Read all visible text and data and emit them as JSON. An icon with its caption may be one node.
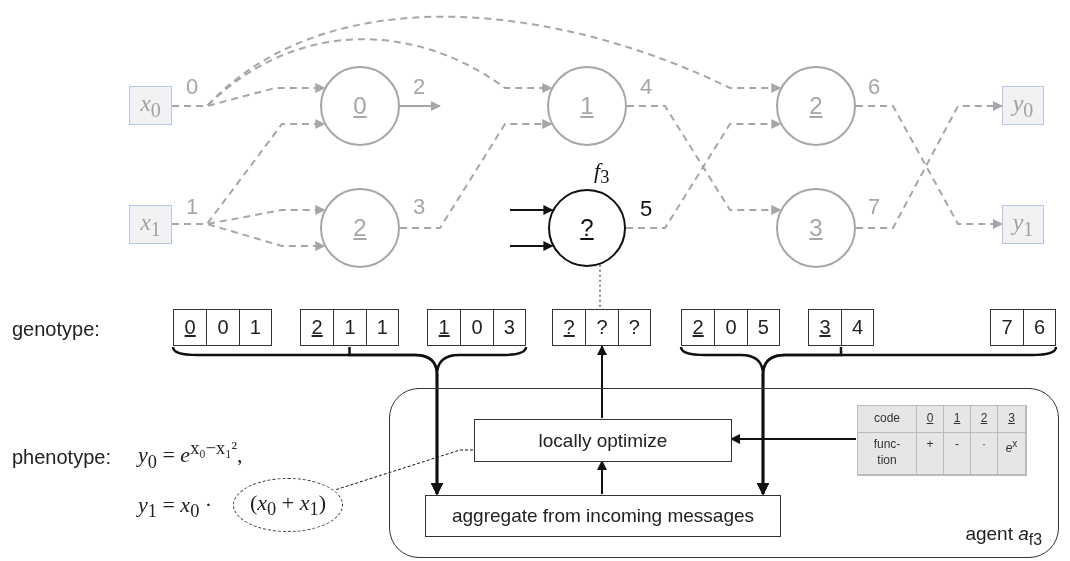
{
  "diagram": {
    "nodes": [
      {
        "text": [
          "*x*$_{0}$"
        ],
        "beside": [
          "0"
        ]
      },
      {
        "text": [
          "*x*$_{1}$"
        ],
        "beside": [
          "1"
        ]
      },
      {
        "text": [
          "0"
        ],
        "beside": [
          "2"
        ]
      },
      {
        "text": [
          "2"
        ],
        "beside": [
          "3"
        ]
      },
      {
        "text": [
          "1"
        ],
        "beside": [
          "4"
        ]
      },
      {
        "text": [
          "?"
        ],
        "beside": [
          "*f*$_{3}$",
          "5"
        ]
      },
      {
        "text": [
          "2"
        ],
        "beside": [
          "6"
        ]
      },
      {
        "text": [
          "3"
        ],
        "beside": [
          "7"
        ]
      },
      {
        "text": [
          "*y*$_{0}$"
        ]
      },
      {
        "text": [
          "*y*$_{1}$"
        ]
      },
      {
        "text": [
          "0",
          "0",
          "1"
        ]
      },
      {
        "text": [
          "2",
          "1",
          "1"
        ]
      },
      {
        "text": [
          "1",
          "0",
          "3"
        ]
      },
      {
        "text": [
          "?",
          "?",
          "?"
        ]
      },
      {
        "text": [
          "2",
          "0",
          "5"
        ]
      },
      {
        "text": [
          "3",
          "4"
        ]
      },
      {
        "text": [
          "7",
          "6"
        ]
      },
      {
        "text": [
          "agent *a*$_{f3}$"
        ]
      },
      {
        "text": [
          "locally optimize"
        ],
        "in": 17
      },
      {
        "text": [
          "aggregate from incoming messages"
        ],
        "in": 17
      },
      {
        "text": [
          "code",
          "0",
          "1",
          "2",
          "3",
          "func- tion",
          "+",
          "-",
          "·",
          "*e*$^{x}$"
        ],
        "in": 17
      },
      {
        "text": [
          "(*x*$_{0}$ + *x*$_{1}$)"
        ]
      }
    ],
    "edges": [
      {
        "from": 0,
        "to": 2,
        "arrow": "to",
        "style": "dashed",
        "color": "#a6a6a6"
      },
      {
        "from": 0,
        "to": 4,
        "arrow": "to",
        "style": "dashed",
        "color": "#a6a6a6"
      },
      {
        "from": 0,
        "to": 6,
        "arrow": "to",
        "style": "dashed",
        "color": "#a6a6a6"
      },
      {
        "from": 1,
        "to": 2,
        "arrow": "to",
        "style": "dashed",
        "color": "#a6a6a6"
      },
      {
        "from": 1,
        "to": 3,
        "arrow": "to",
        "style": "dashed",
        "color": "#a6a6a6"
      },
      {
        "from": 1,
        "to": 3,
        "arrow": "to",
        "style": "dashed",
        "color": "#a6a6a6"
      },
      {
        "from": 3,
        "to": 4,
        "arrow": "to",
        "style": "dashed",
        "color": "#a6a6a6"
      },
      {
        "from": 4,
        "to": 7,
        "arrow": "to",
        "style": "dashed",
        "color": "#a6a6a6"
      },
      {
        "from": 5,
        "to": 6,
        "arrow": "to",
        "style": "dashed",
        "color": "#a6a6a6"
      },
      {
        "from": 7,
        "to": 8,
        "arrow": "to",
        "style": "dashed",
        "color": "#a6a6a6"
      },
      {
        "from": 6,
        "to": 9,
        "arrow": "to",
        "style": "dashed",
        "color": "#a6a6a6"
      },
      {
        "from": 2,
        "to": null,
        "arrow": "to",
        "color": "#a6a6a6"
      },
      {
        "from": null,
        "to": 5,
        "arrow": "to"
      },
      {
        "from": null,
        "to": 5,
        "arrow": "to"
      },
      {
        "from": 5,
        "to": 13,
        "arrow": "none",
        "style": "dashed"
      },
      {
        "from": 10,
        "to": 19,
        "arrow": "to"
      },
      {
        "from": 11,
        "to": 19,
        "arrow": "to"
      },
      {
        "from": 12,
        "to": 19,
        "arrow": "to"
      },
      {
        "from": 14,
        "to": 19,
        "arrow": "to"
      },
      {
        "from": 15,
        "to": 19,
        "arrow": "to"
      },
      {
        "from": 16,
        "to": 19,
        "arrow": "to"
      },
      {
        "from": 19,
        "to": 18,
        "arrow": "to"
      },
      {
        "from": 18,
        "to": 13,
        "arrow": "to"
      },
      {
        "from": 20,
        "to": 18,
        "arrow": "to"
      },
      {
        "from": 18,
        "to": 21,
        "arrow": "none",
        "style": "dashed"
      }
    ],
    "labels": [
      "genotype:",
      "phenotype:",
      "*y*$_{0}$ = *e*$^{x₀−x₁²}$,",
      "*y*$_{1}$ = *x*$_{0}$ ·"
    ]
  }
}
